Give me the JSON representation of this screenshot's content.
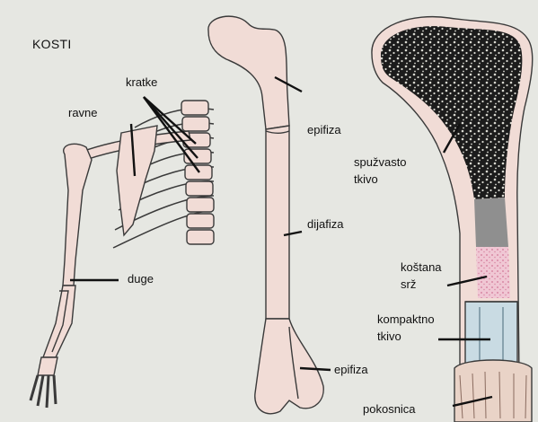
{
  "title": "KOSTI",
  "labels": {
    "kratke": "kratke",
    "ravne": "ravne",
    "duge": "duge",
    "epifiza_top": "epifiza",
    "dijafiza": "dijafiza",
    "epifiza_bottom": "epifiza",
    "spuzvasto_line1": "spužvasto",
    "spuzvasto_line2": "tkivo",
    "kostana_line1": "koštana",
    "kostana_line2": "srž",
    "kompaktno_line1": "kompaktno",
    "kompaktno_line2": "tkivo",
    "pokosnica": "pokosnica"
  },
  "colors": {
    "background": "#e6e7e2",
    "bone": "#f1dcd6",
    "outline": "#3a3a3a",
    "spongy": "#1c1c1c",
    "marrow": "#f0c7d4",
    "compact": "#c9dbe3",
    "periosteum": "#e9d3c7"
  }
}
